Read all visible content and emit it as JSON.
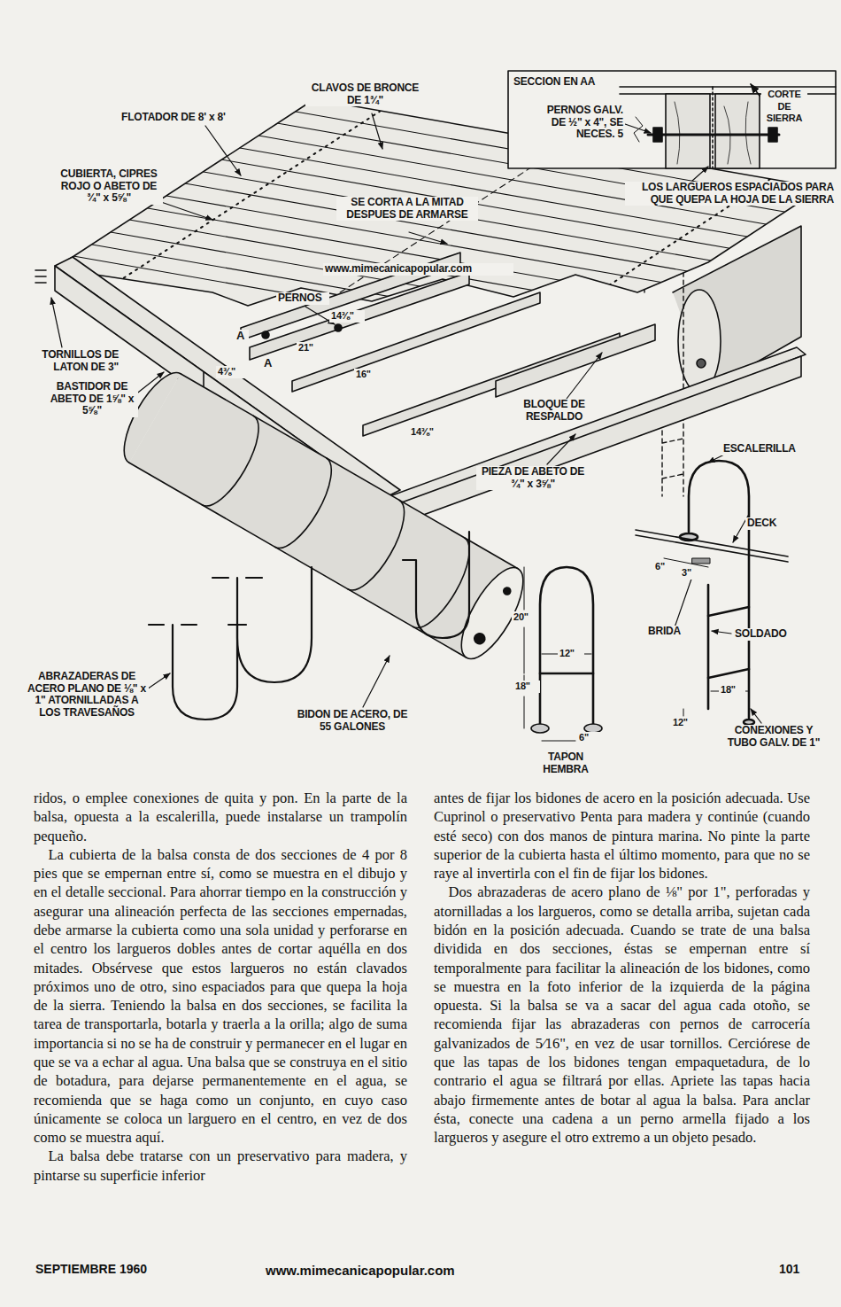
{
  "diagram": {
    "labels": [
      "CLAVOS DE BRONCE DE 1¾\"",
      "FLOTADOR DE 8' x 8'",
      "CUBIERTA, CIPRES ROJO O ABETO DE ¾\" x 5⅝\"",
      "SE CORTA A LA MITAD DESPUES DE ARMARSE",
      "SECCION EN AA",
      "PERNOS GALV. DE ½\" x 4\", SE NECES. 5",
      "CORTE DE SIERRA",
      "LOS LARGUEROS ESPACIADOS PARA QUE QUEPA LA HOJA DE LA SIERRA",
      "www.mimecanicapopular.com",
      "PERNOS",
      "A",
      "A",
      "14⅜\"",
      "21\"",
      "4⅜\"",
      "16\"",
      "14⅜\"",
      "TORNILLOS DE LATON DE 3\"",
      "BASTIDOR DE ABETO DE 1⅝\" x 5⅝\"",
      "BLOQUE DE RESPALDO",
      "PIEZA DE ABETO DE ¾\" x 3⅝\"",
      "ESCALERILLA",
      "DECK",
      "6\"",
      "3\"",
      "BRIDA",
      "SOLDADO",
      "20\"",
      "12\"",
      "18\"",
      "6\"",
      "18\"",
      "12\"",
      "CONEXIONES Y TUBO GALV. DE 1\"",
      "TAPON HEMBRA",
      "ABRAZADERAS DE ACERO PLANO DE ⅛\" x 1\" ATORNILLADAS A LOS TRAVESAÑOS",
      "BIDON DE ACERO, DE 55 GALONES",
      "ridos, o emplee conexiones de quita y pon. En la parte de la balsa, opuesta a la escalerilla, puede instalarse un trampolín pequeño.",
      "La cubierta de la balsa consta de dos secciones de 4 por 8 pies que se empernan entre sí, como se muestra en el dibujo y en el detalle seccional. Para ahorrar tiempo en la construcción y asegurar una alineación perfecta de las secciones empernadas, debe armarse la cubierta como una sola unidad y perforarse en el centro los largueros dobles antes de cortar aquélla en dos mitades. Obsérvese que estos largueros no están clavados próximos uno de otro, sino espaciados para que quepa la hoja de la sierra. Teniendo la balsa en dos secciones, se facilita la tarea de transportarla, botarla y traerla a la orilla; algo de suma importancia si no se ha de construir y permanecer en el lugar en que se va a echar al agua. Una balsa que se construya en el sitio de botadura, para dejarse permanentemente en el agua, se recomienda que se haga como un conjunto, en cuyo caso únicamente se coloca un larguero en el centro, en vez de dos como se muestra aquí.",
      "La balsa debe tratarse con un preservativo para madera, y pintarse su superficie inferior",
      "antes de fijar los bidones de acero en la posición adecuada. Use Cuprinol o preservativo Penta para madera y continúe (cuando esté seco) con dos manos de pintura marina. No pinte la parte superior de la cubierta hasta el último momento, para que no se raye al invertirla con el fin de fijar los bidones.",
      "Dos abrazaderas de acero plano de ⅛\" por 1\", perforadas y atornilladas a los largueros, como se detalla arriba, sujetan cada bidón en la posición adecuada. Cuando se trate de una balsa dividida en dos secciones, éstas se empernan entre sí temporalmente para facilitar la alineación de los bidones, como se muestra en la foto inferior de la izquierda de la página opuesta. Si la balsa se va a sacar del agua cada otoño, se recomienda fijar las abrazaderas con pernos de carrocería galvanizados de 5⁄16\", en vez de usar tornillos. Cerciórese de que las tapas de los bidones tengan empaquetadura, de lo contrario el agua se filtrará por ellas. Apriete las tapas hacia abajo firmemente antes de botar al agua la balsa. Para anclar ésta, conecte una cadena a un perno armella fijado a los largueros y asegure el otro extremo a un objeto pesado.",
      "SEPTIEMBRE 1960",
      "www.mimecanicapopular.com",
      "101"
    ]
  }
}
